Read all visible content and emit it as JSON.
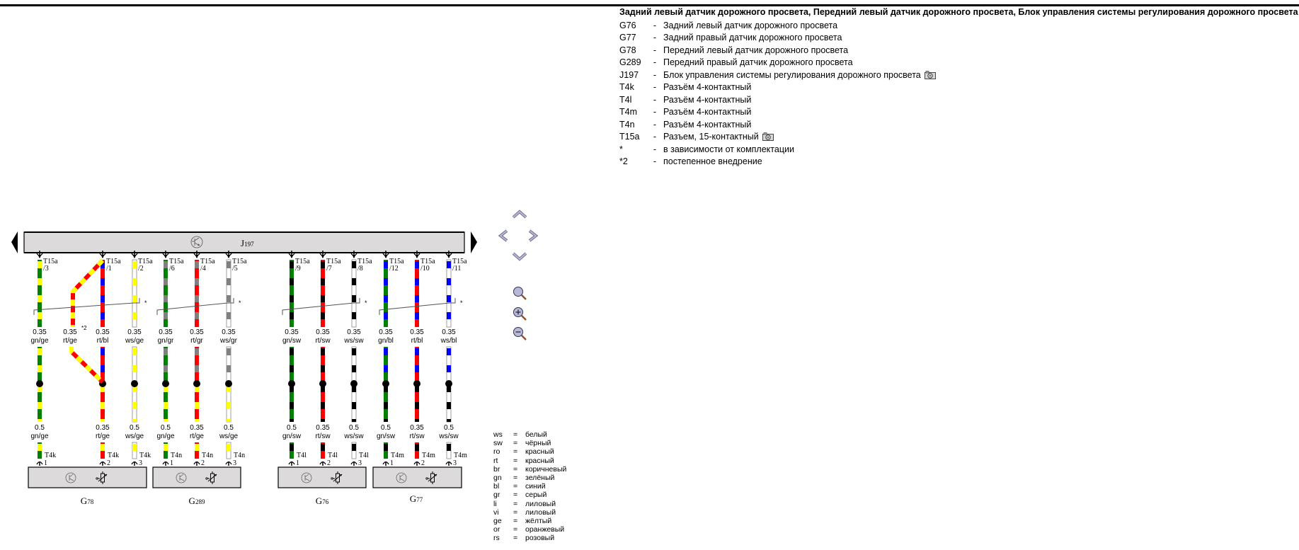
{
  "header": {
    "title": "Задний левый датчик дорожного просвета, Передний левый датчик дорожного просвета, Блок управления системы регулирования дорожного просвета"
  },
  "legend": [
    {
      "code": "G76",
      "dash": "-",
      "text": "Задний левый датчик дорожного просвета",
      "camera": false
    },
    {
      "code": "G77",
      "dash": "-",
      "text": "Задний правый датчик дорожного просвета",
      "camera": false
    },
    {
      "code": "G78",
      "dash": "-",
      "text": "Передний левый датчик дорожного просвета",
      "camera": false
    },
    {
      "code": "G289",
      "dash": "-",
      "text": "Передний правый датчик дорожного просвета",
      "camera": false
    },
    {
      "code": "J197",
      "dash": "-",
      "text": "Блок управления системы регулирования дорожного просвета",
      "camera": true
    },
    {
      "code": "T4k",
      "dash": "-",
      "text": "Разъём 4-контактный",
      "camera": false
    },
    {
      "code": "T4l",
      "dash": "-",
      "text": "Разъём 4-контактный",
      "camera": false
    },
    {
      "code": "T4m",
      "dash": "-",
      "text": "Разъём 4-контактный",
      "camera": false
    },
    {
      "code": "T4n",
      "dash": "-",
      "text": "Разъём 4-контактный",
      "camera": false
    },
    {
      "code": "T15a",
      "dash": "-",
      "text": "Разъем, 15-контактный",
      "camera": true
    },
    {
      "code": "*",
      "dash": "-",
      "text": "в зависимости от комплектации",
      "camera": false
    },
    {
      "code": "*2",
      "dash": "-",
      "text": "постепенное внедрение",
      "camera": false
    }
  ],
  "diagram": {
    "control_unit": {
      "label": "J",
      "sub": "197"
    },
    "top_connector": "T15a",
    "asterisk": "*",
    "star2": "*2",
    "wires": [
      {
        "pin": "/3",
        "top_size": "0.35",
        "top_color": "gn/ge",
        "bot_size": "0.5",
        "bot_color": "gn/ge",
        "conn": "T4k",
        "conn_pin": "1",
        "c1": "#008000",
        "c2": "#ffff00",
        "tb": "#008000",
        "ts": "#ffff00",
        "bb": "#008000",
        "bs": "#ffff00"
      },
      {
        "pin": "/1",
        "top_size": "0.35",
        "top_color": "rt/bl",
        "bot_size": "0.35",
        "bot_color": "rt/ge",
        "conn": "T4k",
        "conn_pin": "2",
        "tb": "#ff0000",
        "ts": "#0000ff",
        "bb": "#ff0000",
        "bs": "#ffff00"
      },
      {
        "pin": "/2",
        "top_size": "0.35",
        "top_color": "ws/ge",
        "bot_size": "0.5",
        "bot_color": "ws/ge",
        "conn": "T4k",
        "conn_pin": "3",
        "tb": "#ffffff",
        "ts": "#ffff00",
        "bb": "#ffffff",
        "bs": "#ffff00"
      },
      {
        "pin": "/6",
        "top_size": "0.35",
        "top_color": "gn/gr",
        "bot_size": "0.5",
        "bot_color": "gn/ge",
        "conn": "T4n",
        "conn_pin": "1",
        "tb": "#008000",
        "ts": "#808080",
        "bb": "#008000",
        "bs": "#ffff00"
      },
      {
        "pin": "/4",
        "top_size": "0.35",
        "top_color": "rt/gr",
        "bot_size": "0.35",
        "bot_color": "rt/ge",
        "conn": "T4n",
        "conn_pin": "2",
        "tb": "#ff0000",
        "ts": "#808080",
        "bb": "#ff0000",
        "bs": "#ffff00"
      },
      {
        "pin": "/5",
        "top_size": "0.35",
        "top_color": "ws/gr",
        "bot_size": "0.5",
        "bot_color": "ws/ge",
        "conn": "T4n",
        "conn_pin": "3",
        "tb": "#ffffff",
        "ts": "#808080",
        "bb": "#ffffff",
        "bs": "#ffff00"
      },
      {
        "pin": "/9",
        "top_size": "0.35",
        "top_color": "gn/sw",
        "bot_size": "0.5",
        "bot_color": "gn/sw",
        "conn": "T4l",
        "conn_pin": "1",
        "tb": "#008000",
        "ts": "#000000",
        "bb": "#008000",
        "bs": "#000000"
      },
      {
        "pin": "/7",
        "top_size": "0.35",
        "top_color": "rt/sw",
        "bot_size": "0.35",
        "bot_color": "rt/sw",
        "conn": "T4l",
        "conn_pin": "2",
        "tb": "#ff0000",
        "ts": "#000000",
        "bb": "#ff0000",
        "bs": "#000000"
      },
      {
        "pin": "/8",
        "top_size": "0.35",
        "top_color": "ws/sw",
        "bot_size": "0.5",
        "bot_color": "ws/sw",
        "conn": "T4l",
        "conn_pin": "3",
        "tb": "#ffffff",
        "ts": "#000000",
        "bb": "#ffffff",
        "bs": "#000000"
      },
      {
        "pin": "/12",
        "top_size": "0.35",
        "top_color": "gn/bl",
        "bot_size": "0.5",
        "bot_color": "gn/sw",
        "conn": "T4m",
        "conn_pin": "1",
        "tb": "#008000",
        "ts": "#0000ff",
        "bb": "#008000",
        "bs": "#000000"
      },
      {
        "pin": "/10",
        "top_size": "0.35",
        "top_color": "rt/bl",
        "bot_size": "0.35",
        "bot_color": "rt/sw",
        "conn": "T4m",
        "conn_pin": "2",
        "tb": "#ff0000",
        "ts": "#0000ff",
        "bb": "#ff0000",
        "bs": "#000000"
      },
      {
        "pin": "/11",
        "top_size": "0.35",
        "top_color": "ws/bl",
        "bot_size": "0.5",
        "bot_color": "ws/sw",
        "conn": "T4m",
        "conn_pin": "3",
        "tb": "#ffffff",
        "ts": "#0000ff",
        "bb": "#ffffff",
        "bs": "#000000"
      }
    ],
    "extra_wire": {
      "size": "0.35",
      "color": "rt/ge",
      "base": "#ff0000",
      "stripe": "#ffff00"
    },
    "sensors": [
      {
        "label": "G",
        "sub": "78"
      },
      {
        "label": "G",
        "sub": "289"
      },
      {
        "label": "G",
        "sub": "76"
      },
      {
        "label": "G",
        "sub": "77"
      }
    ]
  },
  "color_legend": [
    {
      "code": "ws",
      "eq": "=",
      "name": "белый"
    },
    {
      "code": "sw",
      "eq": "=",
      "name": "чёрный"
    },
    {
      "code": "ro",
      "eq": "=",
      "name": "красный"
    },
    {
      "code": "rt",
      "eq": "=",
      "name": "красный"
    },
    {
      "code": "br",
      "eq": "=",
      "name": "коричневый"
    },
    {
      "code": "gn",
      "eq": "=",
      "name": "зелёный"
    },
    {
      "code": "bl",
      "eq": "=",
      "name": "синий"
    },
    {
      "code": "gr",
      "eq": "=",
      "name": "серый"
    },
    {
      "code": "li",
      "eq": "=",
      "name": "лиловый"
    },
    {
      "code": "vi",
      "eq": "=",
      "name": "лиловый"
    },
    {
      "code": "ge",
      "eq": "=",
      "name": "жёлтый"
    },
    {
      "code": "or",
      "eq": "=",
      "name": "оранжевый"
    },
    {
      "code": "rs",
      "eq": "=",
      "name": "розовый"
    }
  ],
  "navigation": {
    "pan_up": "pan-up",
    "pan_left": "pan-left",
    "pan_right": "pan-right",
    "pan_down": "pan-down",
    "zoom": "zoom",
    "zoom_in": "zoom-in",
    "zoom_out": "zoom-out"
  }
}
